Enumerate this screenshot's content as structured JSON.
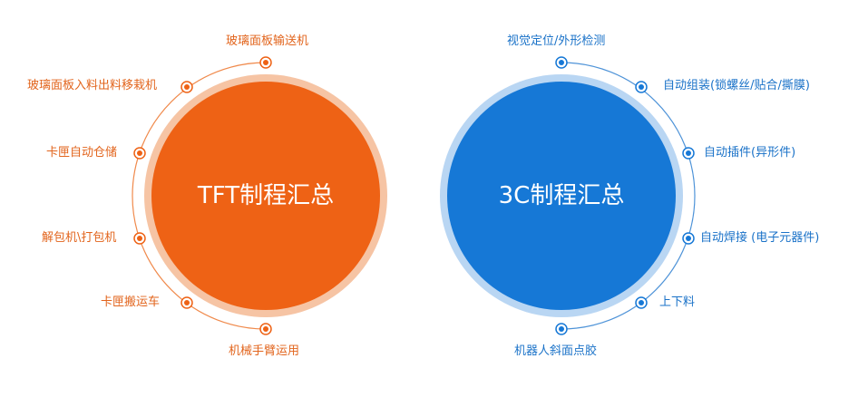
{
  "colors": {
    "tft_primary": "#ee6215",
    "tft_halo": "#f6c4a4",
    "tft_line": "#f08a4c",
    "tft_text": "#e2641c",
    "c3_primary": "#1678d6",
    "c3_halo": "#b9d6f3",
    "c3_line": "#4e93d8",
    "c3_text": "#1a72c8"
  },
  "tft": {
    "title": "TFT制程汇总",
    "items": [
      "玻璃面板输送机",
      "玻璃面板入料出料移栽机",
      "卡匣自动仓储",
      "解包机\\打包机",
      "卡匣搬运车",
      "机械手臂运用"
    ]
  },
  "c3": {
    "title": "3C制程汇总",
    "items": [
      "视觉定位/外形检测",
      "自动组装(锁螺丝/贴合/撕膜)",
      "自动插件(异形件)",
      "自动焊接 (电子元器件)",
      "上下料",
      "机器人斜面点胶"
    ]
  }
}
